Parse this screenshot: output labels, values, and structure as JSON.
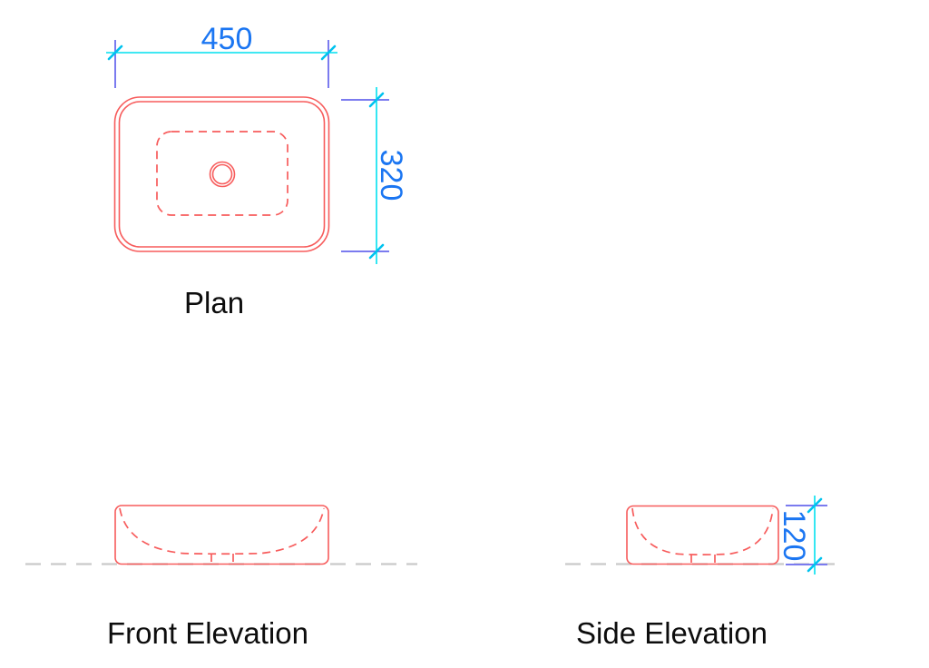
{
  "drawing": {
    "labels": {
      "plan": "Plan",
      "front": "Front Elevation",
      "side": "Side Elevation"
    },
    "dimensions": {
      "plan_width": "450",
      "plan_depth": "320",
      "side_height": "120"
    }
  },
  "colors": {
    "background": "#ffffff",
    "outline_red": "#f75c5c",
    "dim_line_cyan": "#00e1ef",
    "extension_blue": "#7b7bef",
    "tick_cyan": "#00c3ef",
    "dim_text_blue": "#1b76f2",
    "label_black": "#0d0d0d",
    "ground_gray": "#c9c9c9"
  }
}
